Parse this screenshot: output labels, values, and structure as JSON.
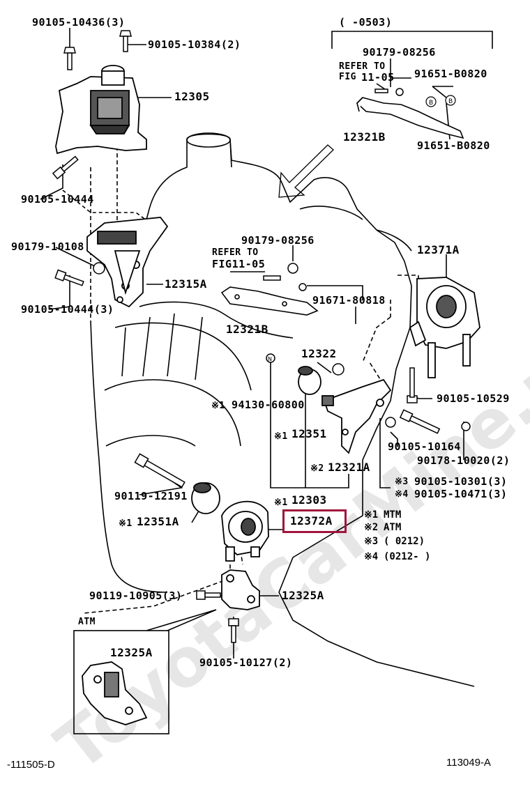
{
  "watermark": "ToyotaCarMine.ru",
  "labels": {
    "p_90105_10436": "90105-10436(3)",
    "p_90105_10384": "90105-10384(2)",
    "p_12305": "12305",
    "p_90105_10444_top": "90105-10444",
    "p_90179_10108": "90179-10108",
    "p_12315A": "12315A",
    "p_90105_10444_3": "90105-10444(3)",
    "p_range_top": "(   -0503)",
    "p_90179_08256_top": "90179-08256",
    "refer_to_top": "REFER TO",
    "fig_top": "FIG",
    "fig_num_top": "11-05",
    "p_91651_B0820_a": "91651-B0820",
    "p_12321B_top": "12321B",
    "p_91651_B0820_b": "91651-B0820",
    "p_90179_08256_mid": "90179-08256",
    "refer_to_mid": "REFER TO",
    "fig_mid": "FIG11-05",
    "p_91671_80818": "91671-80818",
    "p_12321B_mid": "12321B",
    "p_12371A": "12371A",
    "p_12322": "12322",
    "p_94130_60800": "94130-60800",
    "mark1_a": "※1",
    "p_90105_10529": "90105-10529",
    "p_12351": "12351",
    "mark1_b": "※1",
    "p_90105_10164": "90105-10164",
    "p_90178_10020": "90178-10020(2)",
    "p_12321A": "12321A",
    "mark2_a": "※2",
    "p_90119_12191": "90119-12191",
    "mark3_a": "※3",
    "p_90105_10301": "90105-10301(3)",
    "mark4_a": "※4",
    "p_90105_10471": "90105-10471(3)",
    "mark1_c": "※1",
    "p_12303": "12303",
    "mark1_d": "※1",
    "p_12351A": "12351A",
    "p_12372A": "12372A",
    "p_90119_10905": "90119-10905(3)",
    "p_12325A": "12325A",
    "atm": "ATM",
    "p_12325A_atm": "12325A",
    "p_90105_10127": "90105-10127(2)"
  },
  "legend": [
    {
      "mark": "※1",
      "text": "MTM"
    },
    {
      "mark": "※2",
      "text": "ATM"
    },
    {
      "mark": "※3",
      "text": "(       0212)"
    },
    {
      "mark": "※4",
      "text": "(0212-       )"
    }
  ],
  "footer": {
    "left": "-111505-D",
    "right": "113049-A"
  },
  "highlight_color": "#a0143c"
}
